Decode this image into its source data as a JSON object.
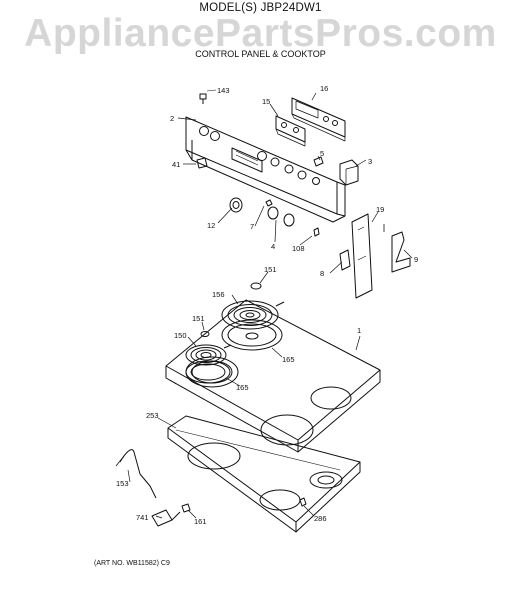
{
  "header": {
    "model": "MODEL(S) JBP24DW1",
    "watermark": "AppliancePartsPros.com",
    "subtitle": "CONTROL PANEL & COOKTOP"
  },
  "footer": {
    "art_no": "(ART NO. WB11582) C9"
  },
  "callouts": {
    "p143": "143",
    "p16": "16",
    "p15": "15",
    "p2": "2",
    "p5": "5",
    "p3": "3",
    "p41": "41",
    "p12": "12",
    "p7": "7",
    "p4": "4",
    "p108": "108",
    "p19": "19",
    "p9": "9",
    "p8": "8",
    "p151a": "151",
    "p156": "156",
    "p151b": "151",
    "p150": "150",
    "p165a": "165",
    "p165b": "165",
    "p1": "1",
    "p253": "253",
    "p153": "153",
    "p741": "741",
    "p161": "161",
    "p286": "286"
  }
}
